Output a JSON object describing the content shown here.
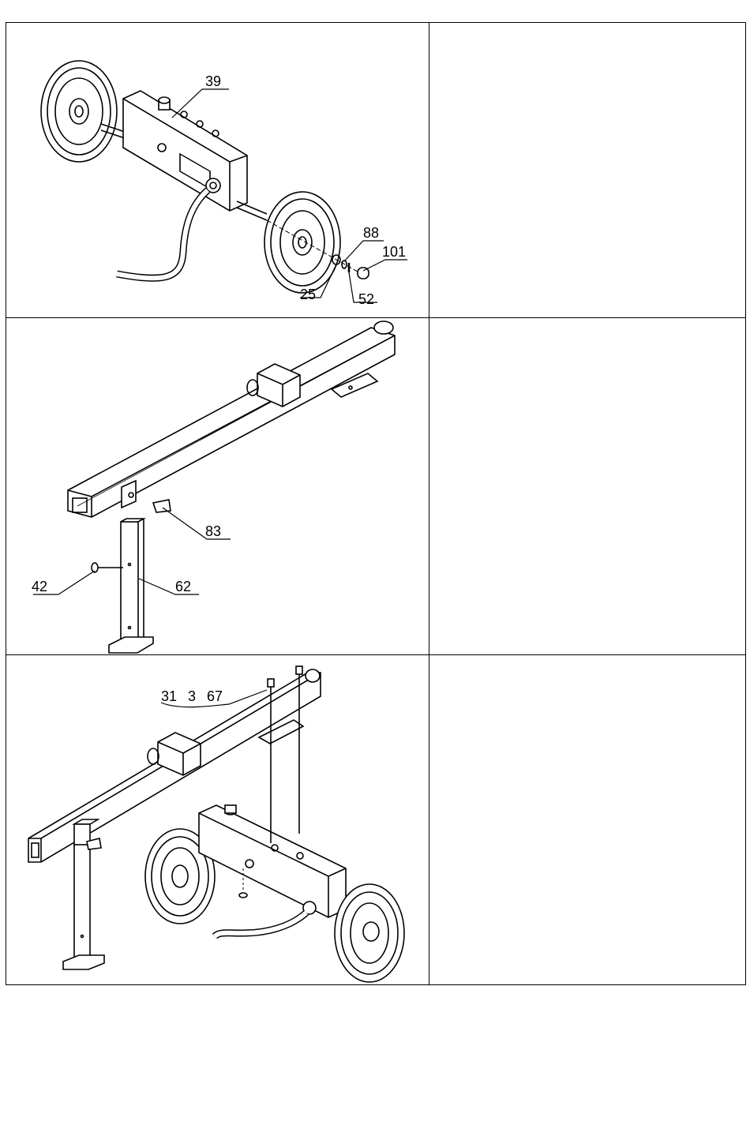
{
  "rows": [
    {
      "labels": {
        "l39": "39",
        "l88": "88",
        "l101": "101",
        "l25": "25",
        "l52": "52"
      }
    },
    {
      "labels": {
        "l83": "83",
        "l42": "42",
        "l62": "62"
      }
    },
    {
      "labels": {
        "l31": "31",
        "l3": "3",
        "l67": "67"
      }
    }
  ]
}
